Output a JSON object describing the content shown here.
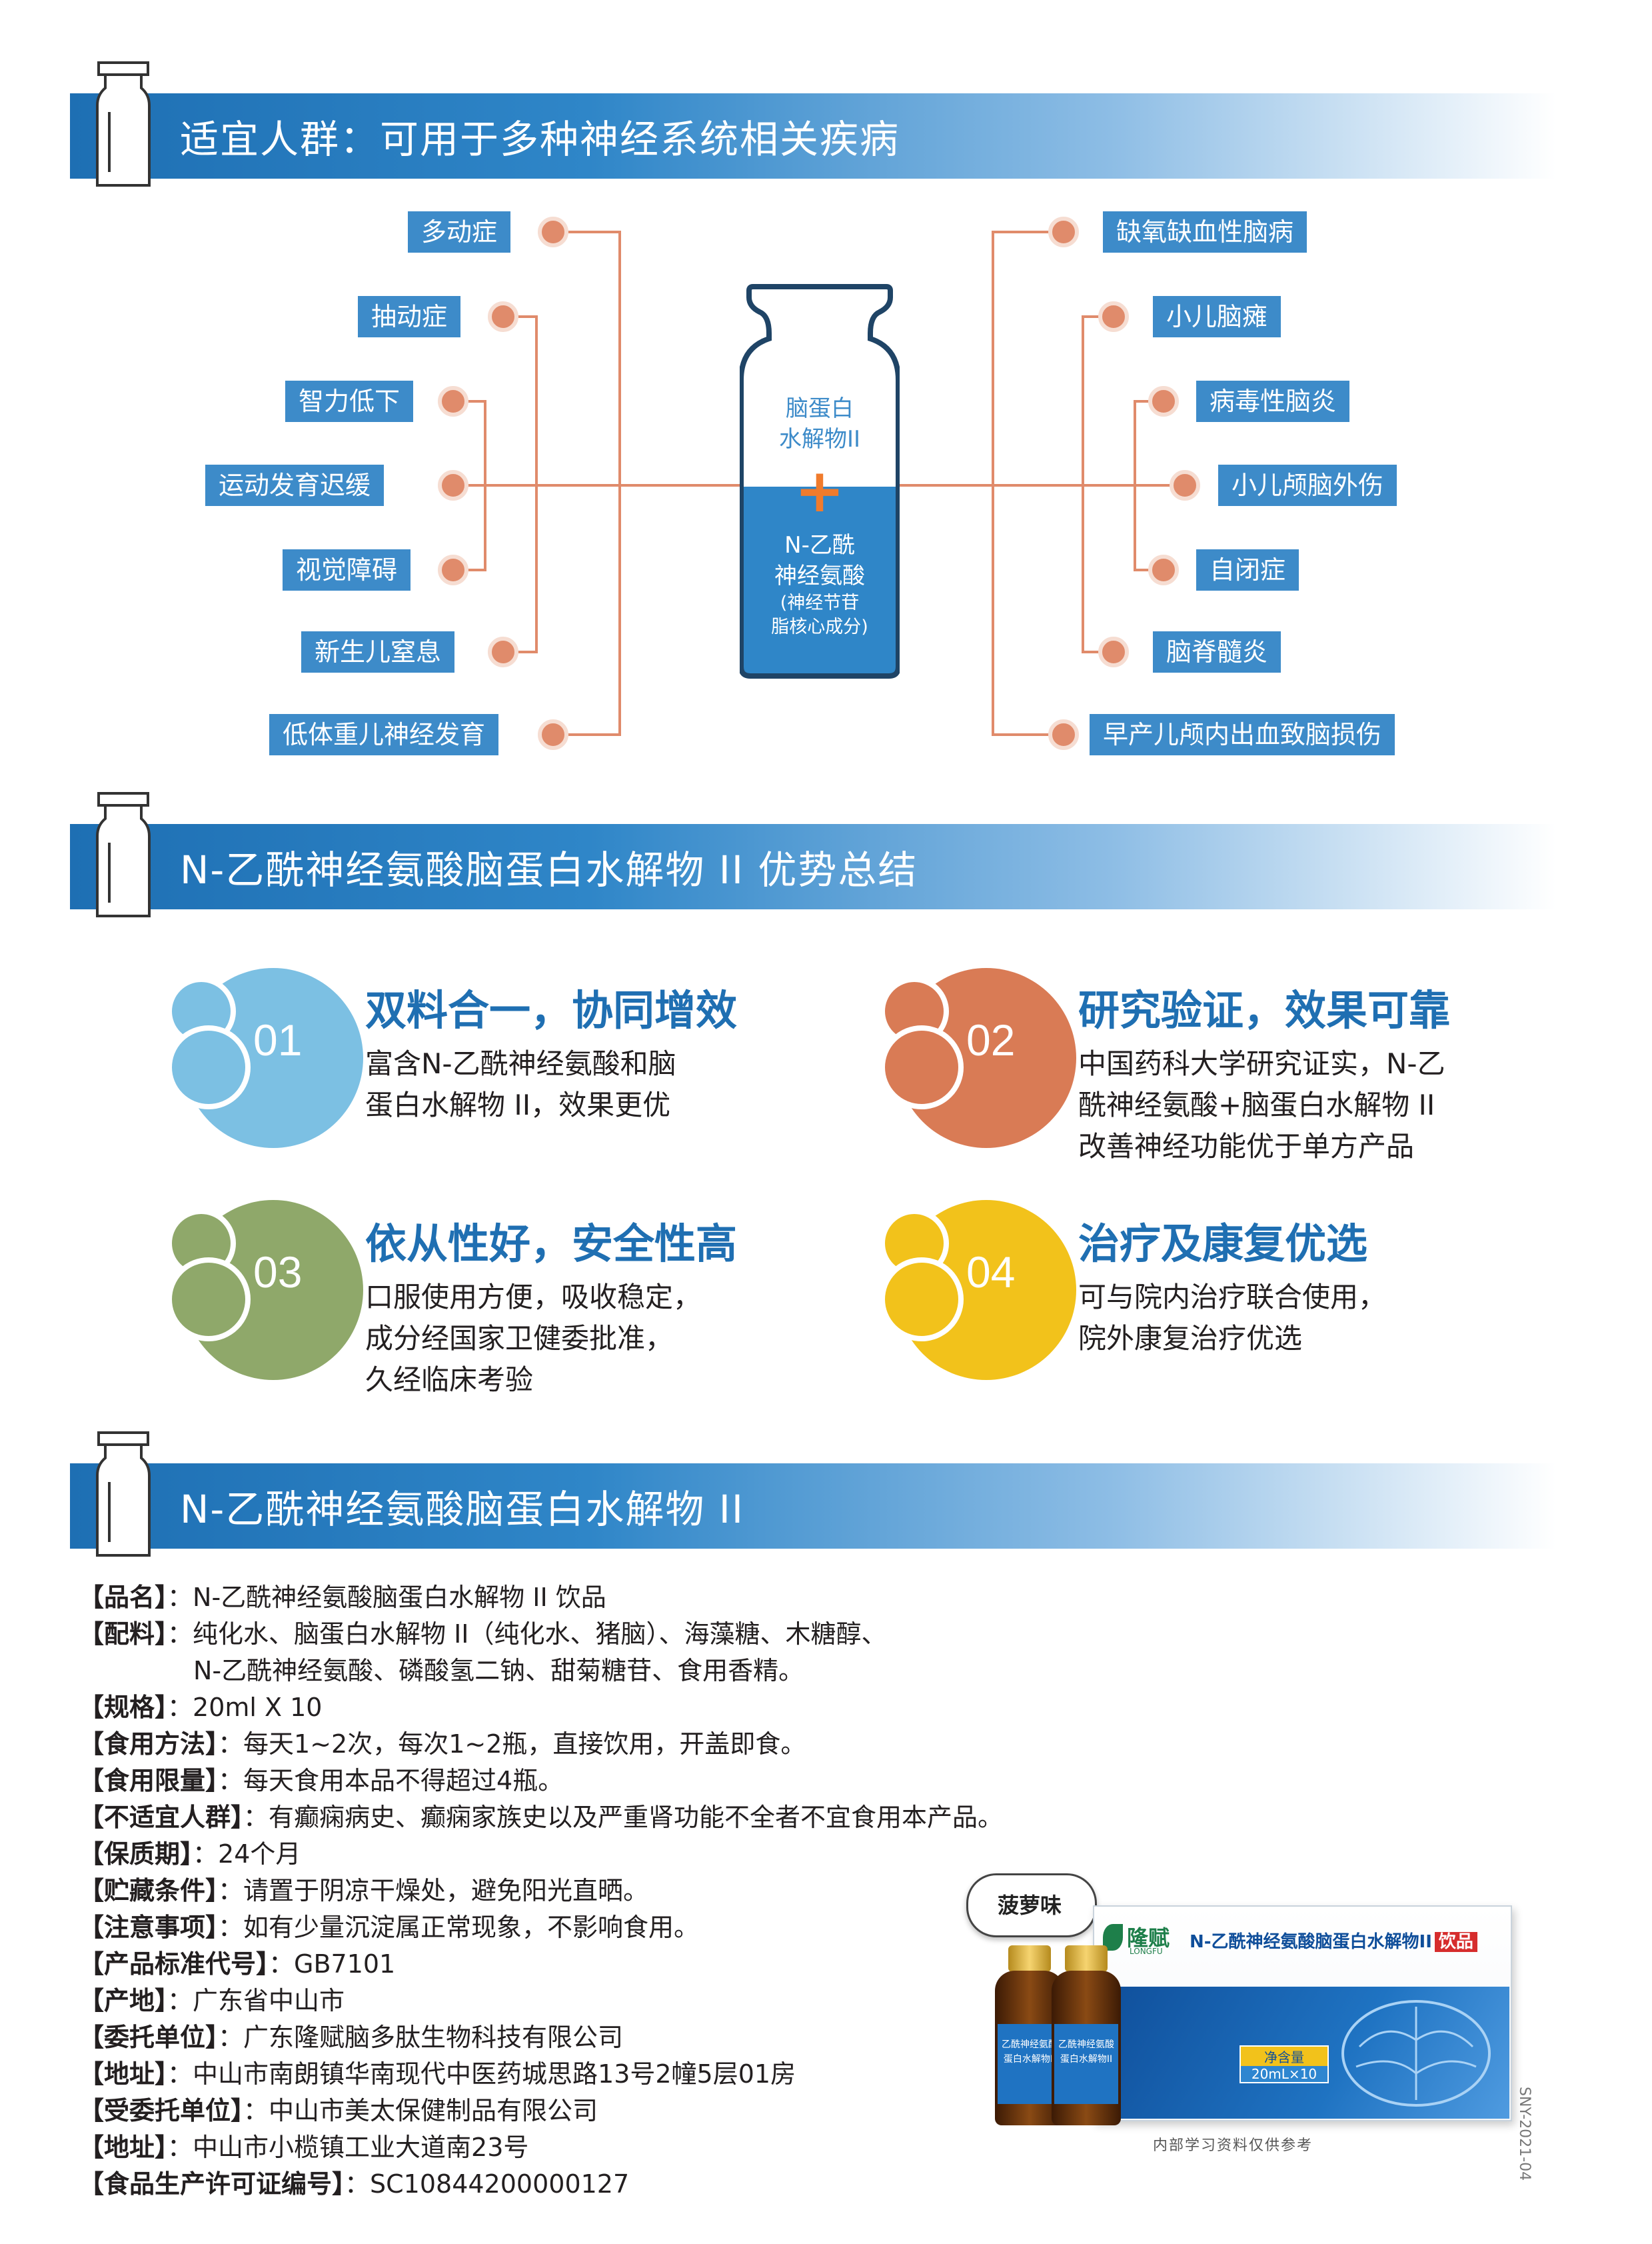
{
  "sections": {
    "audience_title": "适宜人群：可用于多种神经系统相关疾病",
    "advantages_title": "N-乙酰神经氨酸脑蛋白水解物 II 优势总结",
    "product_title": "N-乙酰神经氨酸脑蛋白水解物 II"
  },
  "vial": {
    "top_text": [
      "脑蛋白",
      "水解物II"
    ],
    "plus": "+",
    "bottom_text": [
      "N-乙酰",
      "神经氨酸"
    ],
    "bottom_note": [
      "(神经节苷",
      "脂核心成分)"
    ]
  },
  "conditions_left": [
    "多动症",
    "抽动症",
    "智力低下",
    "运动发育迟缓",
    "视觉障碍",
    "新生儿窒息",
    "低体重儿神经发育"
  ],
  "conditions_right": [
    "缺氧缺血性脑病",
    "小儿脑瘫",
    "病毒性脑炎",
    "小儿颅脑外伤",
    "自闭症",
    "脑脊髓炎",
    "早产儿颅内出血致脑损伤"
  ],
  "advantages": [
    {
      "num": "01",
      "title": "双料合一，协同增效",
      "lines": [
        "富含N-乙酰神经氨酸和脑",
        "蛋白水解物 II，效果更优"
      ],
      "color": "#7cc0e3"
    },
    {
      "num": "02",
      "title": "研究验证，效果可靠",
      "lines": [
        "中国药科大学研究证实，N-乙",
        "酰神经氨酸+脑蛋白水解物 II",
        "改善神经功能优于单方产品"
      ],
      "color": "#d97b55"
    },
    {
      "num": "03",
      "title": "依从性好，安全性高",
      "lines": [
        "口服使用方便，吸收稳定，",
        "成分经国家卫健委批准，",
        "久经临床考验"
      ],
      "color": "#8fa86a"
    },
    {
      "num": "04",
      "title": "治疗及康复优选",
      "lines": [
        "可与院内治疗联合使用，",
        "院外康复治疗优选"
      ],
      "color": "#f2c21b"
    }
  ],
  "specs": [
    {
      "label": "【品名】",
      "value": "：N-乙酰神经氨酸脑蛋白水解物 II 饮品"
    },
    {
      "label": "【配料】",
      "value": "：纯化水、脑蛋白水解物 II（纯化水、猪脑）、海藻糖、木糖醇、"
    },
    {
      "label": "",
      "value": "N-乙酰神经氨酸、磷酸氢二钠、甜菊糖苷、食用香精。"
    },
    {
      "label": "【规格】",
      "value": "：20ml X 10"
    },
    {
      "label": "【食用方法】",
      "value": "：每天1~2次，每次1~2瓶，直接饮用，开盖即食。"
    },
    {
      "label": "【食用限量】",
      "value": "：每天食用本品不得超过4瓶。"
    },
    {
      "label": "【不适宜人群】",
      "value": "：有癫痫病史、癫痫家族史以及严重肾功能不全者不宜食用本产品。"
    },
    {
      "label": "【保质期】",
      "value": "：24个月"
    },
    {
      "label": "【贮藏条件】",
      "value": "：请置于阴凉干燥处，避免阳光直晒。"
    },
    {
      "label": "【注意事项】",
      "value": "：如有少量沉淀属正常现象，不影响食用。"
    },
    {
      "label": "【产品标准代号】",
      "value": "：GB7101"
    },
    {
      "label": "【产地】",
      "value": "：广东省中山市"
    },
    {
      "label": "【委托单位】",
      "value": "：广东隆赋脑多肽生物科技有限公司"
    },
    {
      "label": "【地址】",
      "value": "：中山市南朗镇华南现代中医药城思路13号2幢5层01房"
    },
    {
      "label": "【受委托单位】",
      "value": "：中山市美太保健制品有限公司"
    },
    {
      "label": "【地址】",
      "value": "：中山市小榄镇工业大道南23号"
    },
    {
      "label": "【食品生产许可证编号】",
      "value": "：SC10844200000127"
    }
  ],
  "product_image": {
    "flavor_badge": "菠萝味",
    "box_title": "N-乙酰神经氨酸脑蛋白水解物II",
    "box_title_tag": "饮品",
    "brand_logo": "隆赋",
    "brand_sub": "LONGFU",
    "net_label": "净含量",
    "net_value": "20mL×10",
    "bottle_label": [
      "乙酰神经氨酸",
      "蛋白水解物II"
    ],
    "caption": "内部学习资料仅供参考",
    "side_code": "SNY-2021-04"
  },
  "colors": {
    "band_blue": "#1e6fb3",
    "tag_blue": "#3d8bc9",
    "line_orange": "#e08b6b",
    "title_blue": "#1f6fb2"
  }
}
